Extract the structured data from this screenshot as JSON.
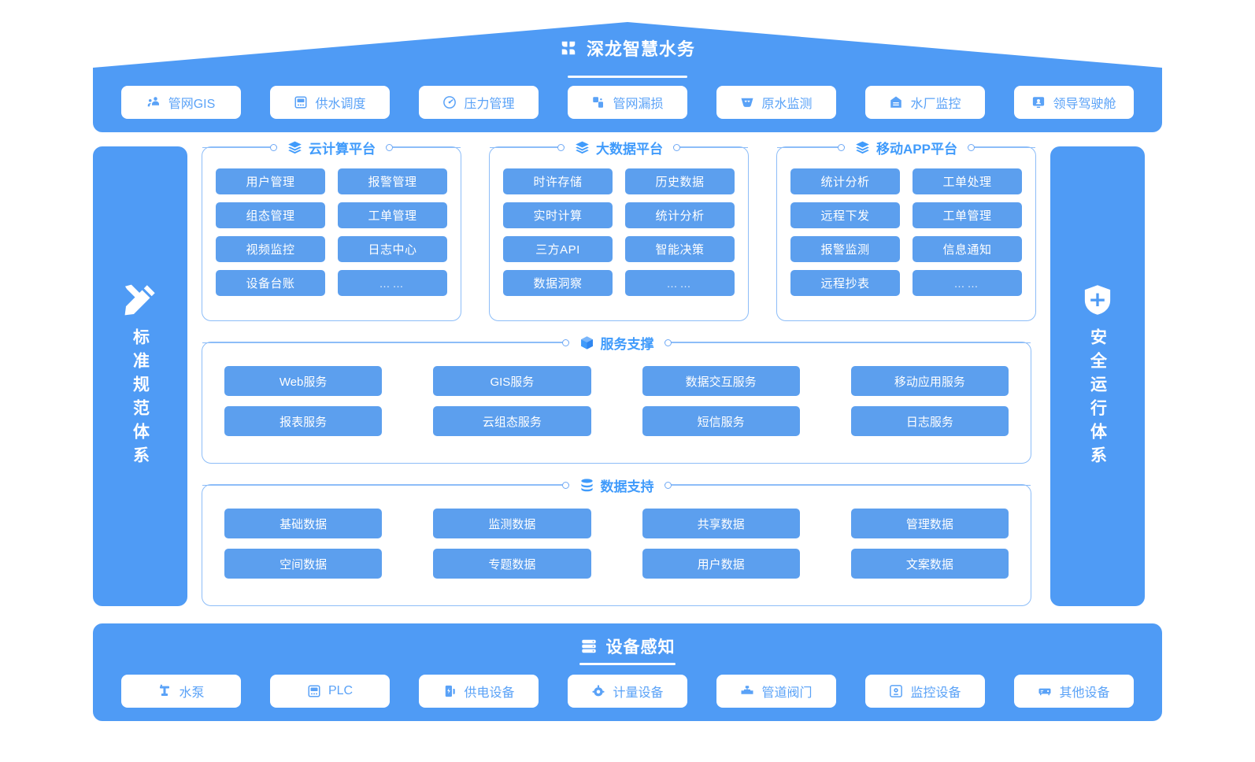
{
  "header": {
    "brand_title": "深龙智慧水务",
    "brand_icon": "clover-logo-icon",
    "nav": [
      {
        "label": "管网GIS",
        "icon": "map-pin-user-icon"
      },
      {
        "label": "供水调度",
        "icon": "plc-controller-icon"
      },
      {
        "label": "压力管理",
        "icon": "gauge-icon"
      },
      {
        "label": "管网漏损",
        "icon": "leak-pipe-icon"
      },
      {
        "label": "原水监测",
        "icon": "water-wave-icon"
      },
      {
        "label": "水厂监控",
        "icon": "plant-building-icon"
      },
      {
        "label": "领导驾驶舱",
        "icon": "dashboard-monitor-icon"
      }
    ]
  },
  "side_left": {
    "icon": "ruler-pencil-icon",
    "text": "标准规范体系"
  },
  "side_right": {
    "icon": "shield-icon",
    "text": "安全运行体系"
  },
  "platforms": [
    {
      "title": "云计算平台",
      "icon": "layers-icon",
      "items": [
        "用户管理",
        "报警管理",
        "组态管理",
        "工单管理",
        "视频监控",
        "日志中心",
        "设备台账",
        "……"
      ]
    },
    {
      "title": "大数据平台",
      "icon": "layers-icon",
      "items": [
        "时许存储",
        "历史数据",
        "实时计算",
        "统计分析",
        "三方API",
        "智能决策",
        "数据洞察",
        "……"
      ]
    },
    {
      "title": "移动APP平台",
      "icon": "layers-icon",
      "items": [
        "统计分析",
        "工单处理",
        "远程下发",
        "工单管理",
        "报警监测",
        "信息通知",
        "远程抄表",
        "……"
      ]
    }
  ],
  "service_support": {
    "title": "服务支撑",
    "icon": "cube-icon",
    "items": [
      "Web服务",
      "GIS服务",
      "数据交互服务",
      "移动应用服务",
      "报表服务",
      "云组态服务",
      "短信服务",
      "日志服务"
    ]
  },
  "data_support": {
    "title": "数据支持",
    "icon": "database-icon",
    "items": [
      "基础数据",
      "监测数据",
      "共享数据",
      "管理数据",
      "空间数据",
      "专题数据",
      "用户数据",
      "文案数据"
    ]
  },
  "bottom": {
    "title": "设备感知",
    "icon": "server-rack-icon",
    "devices": [
      {
        "label": "水泵",
        "icon": "pump-icon"
      },
      {
        "label": "PLC",
        "icon": "plc-controller-icon"
      },
      {
        "label": "供电设备",
        "icon": "power-supply-icon"
      },
      {
        "label": "计量设备",
        "icon": "meter-icon"
      },
      {
        "label": "管道阀门",
        "icon": "valve-icon"
      },
      {
        "label": "监控设备",
        "icon": "camera-icon"
      },
      {
        "label": "其他设备",
        "icon": "device-box-icon"
      }
    ]
  },
  "colors": {
    "brand_blue": "#4f9bf5",
    "chip_blue": "#5c9fee",
    "border_blue": "#8dbdf8",
    "label_blue": "#409bfb",
    "white": "#ffffff"
  }
}
